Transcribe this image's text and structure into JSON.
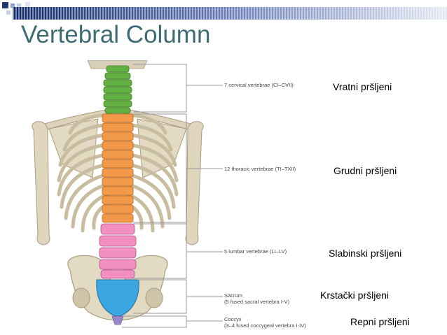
{
  "slide": {
    "title": "Vertebral Column"
  },
  "figure": {
    "regions": [
      {
        "key": "cervical",
        "anatomy_label": "7 cervical vertebrae (CI–CVII)",
        "translation": "Vratni pršljeni",
        "color": "#63b043"
      },
      {
        "key": "thoracic",
        "anatomy_label": "12 thoracic vertebrae (TI–TXII)",
        "translation": "Grudni pršljeni",
        "color": "#f29a4a"
      },
      {
        "key": "lumbar",
        "anatomy_label": "5 lumbar vertebrae (LI–LV)",
        "translation": "Slabinski pršljeni",
        "color": "#f08fc0"
      },
      {
        "key": "sacrum",
        "anatomy_label": "Sacrum",
        "anatomy_sublabel": "(5 fused sacral vertebra I-V)",
        "translation": "Krstački pršljeni",
        "color": "#3aa7e0"
      },
      {
        "key": "coccyx",
        "anatomy_label": "Coccyx",
        "anatomy_sublabel": "(3–4 fused coccygeal vertebra I-IV)",
        "translation": "Repni pršljeni",
        "color": "#9a86c8"
      }
    ]
  }
}
